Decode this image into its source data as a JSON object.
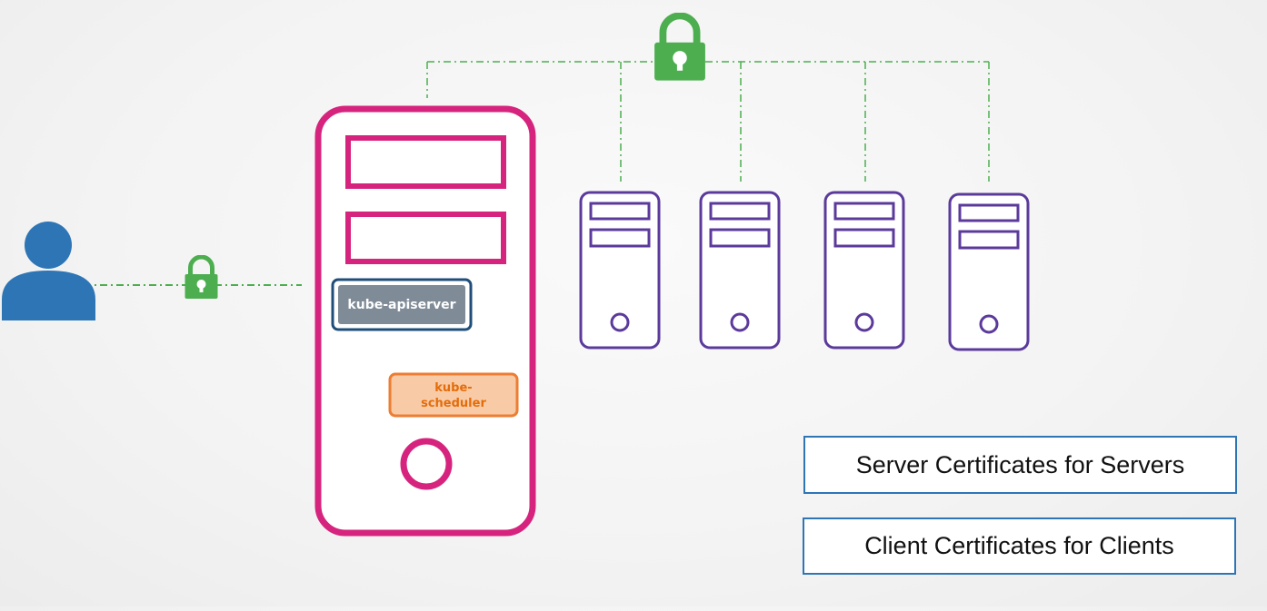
{
  "master": {
    "apiserver_label": "kube-apiserver",
    "scheduler_label": "kube-scheduler",
    "frame_color": "#d6247e",
    "apiserver_fill": "#7f8c97",
    "apiserver_border": "#1f4e79",
    "scheduler_fill": "#f8cba6",
    "scheduler_border": "#ed7d31",
    "scheduler_text_color": "#e46c0a"
  },
  "worker_nodes": {
    "count": 4,
    "frame_color": "#5b3a9b"
  },
  "user_icon": {
    "color": "#2e75b6"
  },
  "lock_icon": {
    "color": "#4cae4f"
  },
  "connector": {
    "color": "#4cae4f",
    "style": "dash-dot"
  },
  "labels": {
    "server_certs": "Server Certificates for Servers",
    "client_certs": "Client Certificates for Clients"
  }
}
